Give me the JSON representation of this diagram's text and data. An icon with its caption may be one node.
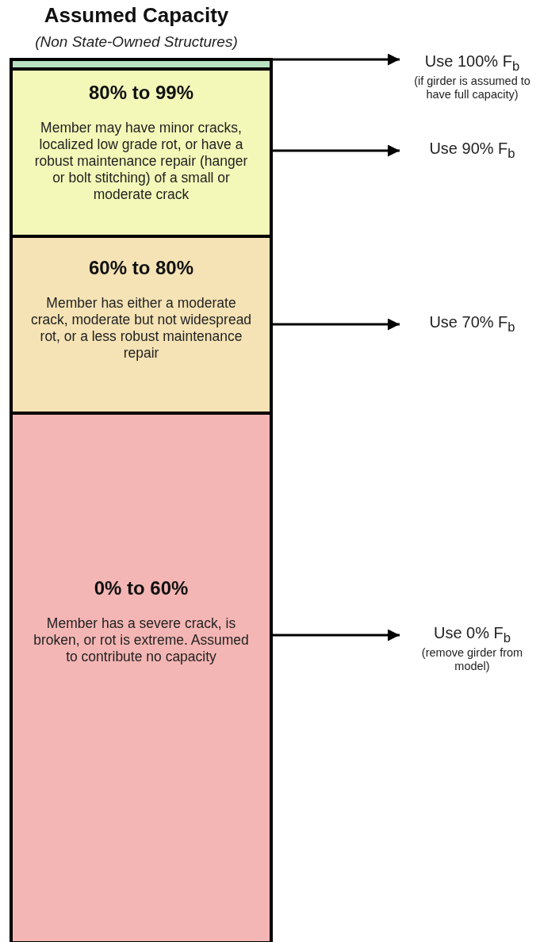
{
  "diagram": {
    "title": "Assumed Capacity",
    "nodes": [
      {
        "text": [],
        "shape": "bar"
      },
      {
        "text": [
          "80% to 99%",
          "Member may have minor cracks, localized low grade rot, or have a robust maintenance repair (hanger or bolt stitching) of a small or moderate crack"
        ]
      },
      {
        "text": [
          "60% to 80%",
          "Member has either a moderate crack, moderate but not widespread rot, or a less robust maintenance repair"
        ]
      },
      {
        "text": [
          "0% to 60%",
          "Member has a severe crack, is broken, or rot is extreme. Assumed to contribute no capacity"
        ]
      },
      {
        "text": [
          "Use 100% F$_{b}$",
          "(if girder is assumed to have full capacity)"
        ]
      },
      {
        "text": [
          "Use 90% F$_{b}$"
        ]
      },
      {
        "text": [
          "Use 70% F$_{b}$"
        ]
      },
      {
        "text": [
          "Use 0% F$_{b}$",
          "(remove girder from model)"
        ]
      }
    ],
    "edges": [
      {
        "from": 0,
        "to": 4,
        "arrow": "to"
      },
      {
        "from": 1,
        "to": 5,
        "arrow": "to"
      },
      {
        "from": 2,
        "to": 6,
        "arrow": "to"
      },
      {
        "from": 3,
        "to": 7,
        "arrow": "to"
      }
    ],
    "labels": [
      "(Non State-Owned Structures)"
    ]
  }
}
